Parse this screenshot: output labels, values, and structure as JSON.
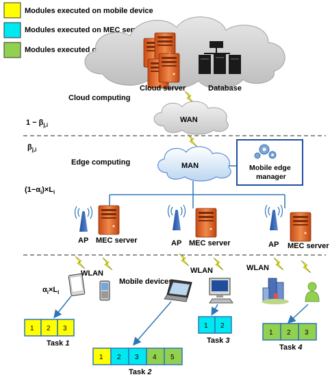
{
  "legend": {
    "mobile": "Modules executed on mobile device",
    "mec": "Modules executed on MEC server",
    "cloud": "Modules executed on cloud server",
    "colors": {
      "mobile": "#ffff00",
      "mec": "#00e8f0",
      "cloud": "#92d050"
    }
  },
  "labels": {
    "cloud_server": "Cloud server",
    "database": "Database",
    "cloud_computing": "Cloud computing",
    "wan": "WAN",
    "one_minus_beta": "1 − β",
    "beta_sub": "j,i",
    "beta": "β",
    "edge_computing": "Edge computing",
    "man": "MAN",
    "mem_line1": "Mobile edge",
    "mem_line2": "manager",
    "one_minus_alpha": "(1−α",
    "alpha_sub": "i",
    "alpha_rest": ")×L",
    "L_sub": "i",
    "ap": "AP",
    "mec_server": "MEC server",
    "wlan": "WLAN",
    "alpha_prefix": "α",
    "alpha_times": "×L",
    "mobile_devices": "Mobile devices"
  },
  "tasks": [
    {
      "label": "Task",
      "number": "1",
      "cells": [
        "1",
        "2",
        "3"
      ]
    },
    {
      "label": "Task",
      "number": "2",
      "cells": [
        "1",
        "2",
        "3",
        "4",
        "5"
      ]
    },
    {
      "label": "Task",
      "number": "3",
      "cells": [
        "1",
        "2"
      ]
    },
    {
      "label": "Task",
      "number": "4",
      "cells": [
        "1",
        "2",
        "3"
      ]
    }
  ]
}
